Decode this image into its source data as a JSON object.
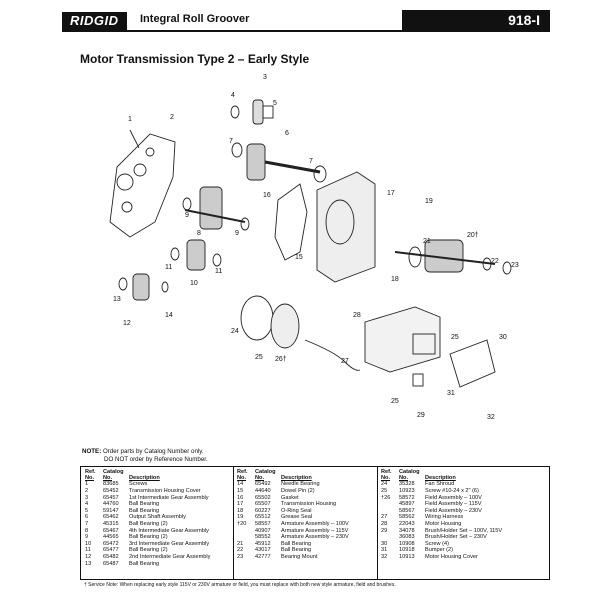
{
  "header": {
    "brand": "RIDGID",
    "title": "Integral Roll Groover",
    "model": "918-I"
  },
  "section_title": "Motor Transmission Type 2 – Early Style",
  "diagram": {
    "callouts": [
      "1",
      "2",
      "3",
      "4",
      "5",
      "6",
      "7",
      "7",
      "8",
      "9",
      "9",
      "10",
      "11",
      "11",
      "12",
      "13",
      "14",
      "15",
      "16",
      "17",
      "18",
      "19",
      "20†",
      "21",
      "22",
      "23",
      "24",
      "25",
      "25",
      "25",
      "26†",
      "27",
      "28",
      "29",
      "30",
      "31",
      "32"
    ]
  },
  "note": {
    "label": "NOTE:",
    "line1": "Order parts by Catalog Number only.",
    "line2": "DO NOT order by Reference Number."
  },
  "table": {
    "headers": {
      "ref_top": "Ref.",
      "ref_bottom": "No.",
      "cat_top": "Catalog",
      "cat_bottom": "No.",
      "desc": "Description"
    },
    "col1": [
      {
        "ref": "1",
        "cat": "83685",
        "desc": "Screws"
      },
      {
        "ref": "2",
        "cat": "65452",
        "desc": "Transmission Housing Cover"
      },
      {
        "ref": "3",
        "cat": "65457",
        "desc": "1st Intermediate Gear Assembly"
      },
      {
        "ref": "4",
        "cat": "44760",
        "desc": "Ball Bearing"
      },
      {
        "ref": "5",
        "cat": "59147",
        "desc": "Ball Bearing"
      },
      {
        "ref": "6",
        "cat": "65462",
        "desc": "Output Shaft Assembly"
      },
      {
        "ref": "7",
        "cat": "45315",
        "desc": "Ball Bearing (2)"
      },
      {
        "ref": "8",
        "cat": "65467",
        "desc": "4th Intermediate Gear Assembly"
      },
      {
        "ref": "9",
        "cat": "44565",
        "desc": "Ball Bearing (2)"
      },
      {
        "ref": "10",
        "cat": "65472",
        "desc": "3rd Intermediate Gear Assembly"
      },
      {
        "ref": "11",
        "cat": "65477",
        "desc": "Ball Bearing (2)"
      },
      {
        "ref": "12",
        "cat": "65482",
        "desc": "2nd Intermediate Gear Assembly"
      },
      {
        "ref": "13",
        "cat": "65487",
        "desc": "Ball Bearing"
      }
    ],
    "col2": [
      {
        "ref": "14",
        "cat": "65492",
        "desc": "Needle Bearing"
      },
      {
        "ref": "15",
        "cat": "44640",
        "desc": "Dowel Pin (2)"
      },
      {
        "ref": "16",
        "cat": "65502",
        "desc": "Gasket"
      },
      {
        "ref": "17",
        "cat": "65507",
        "desc": "Transmission Housing"
      },
      {
        "ref": "18",
        "cat": "60227",
        "desc": "O-Ring Seal"
      },
      {
        "ref": "19",
        "cat": "65512",
        "desc": "Grease Seal"
      },
      {
        "ref": "†20",
        "cat": "58557",
        "desc": "Armature Assembly – 100V"
      },
      {
        "ref": "",
        "cat": "40907",
        "desc": "Armature Assembly – 115V"
      },
      {
        "ref": "",
        "cat": "58552",
        "desc": "Armature Assembly – 230V"
      },
      {
        "ref": "21",
        "cat": "45912",
        "desc": "Ball Bearing"
      },
      {
        "ref": "22",
        "cat": "43017",
        "desc": "Ball Bearing"
      },
      {
        "ref": "23",
        "cat": "42777",
        "desc": "Bearing Mount"
      }
    ],
    "col3": [
      {
        "ref": "24",
        "cat": "35328",
        "desc": "Fan Shroud"
      },
      {
        "ref": "25",
        "cat": "10923",
        "desc": "Screw #10-24 x 2\" (6)"
      },
      {
        "ref": "†26",
        "cat": "58572",
        "desc": "Field Assembly – 100V"
      },
      {
        "ref": "",
        "cat": "45897",
        "desc": "Field Assembly – 115V"
      },
      {
        "ref": "",
        "cat": "58567",
        "desc": "Field Assembly – 230V"
      },
      {
        "ref": "27",
        "cat": "58562",
        "desc": "Wiring Harness"
      },
      {
        "ref": "28",
        "cat": "22043",
        "desc": "Motor Housing"
      },
      {
        "ref": "29",
        "cat": "34078",
        "desc": "Brush/Holder Set – 100V, 115V"
      },
      {
        "ref": "",
        "cat": "36083",
        "desc": "Brush/Holder Set – 230V"
      },
      {
        "ref": "30",
        "cat": "10908",
        "desc": "Screw (4)"
      },
      {
        "ref": "31",
        "cat": "10918",
        "desc": "Bumper (2)"
      },
      {
        "ref": "32",
        "cat": "10913",
        "desc": "Motor Housing Cover"
      }
    ]
  },
  "footnote": "† Service Note: When replacing early style 115V or 230V armature or field, you must replace with both new style armature, field and brushes."
}
